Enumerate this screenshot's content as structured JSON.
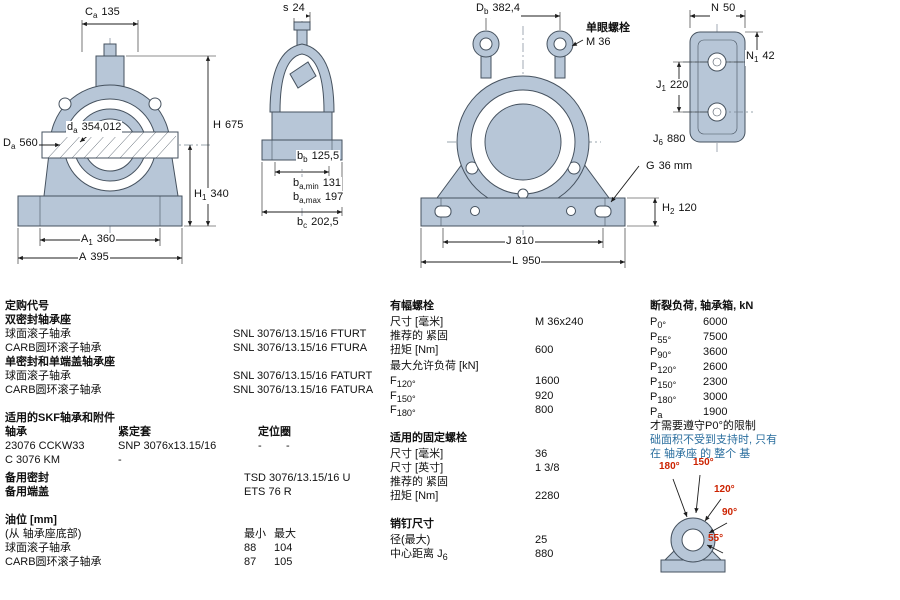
{
  "colors": {
    "fill": "#b7c6d7",
    "fill2": "#c6d2df",
    "stroke": "#46525f",
    "angle": "#cc2200",
    "noteblue": "#2a6e9e"
  },
  "drawings": {
    "front_section": {
      "ca": {
        "main": "C",
        "sub": "a",
        "value": "135"
      },
      "da": {
        "main": "d",
        "sub": "a",
        "value": "354,012"
      },
      "Da": {
        "main": "D",
        "sub": "a",
        "value": "560"
      },
      "h": {
        "main": "H",
        "sub": "",
        "value": "675"
      },
      "h1": {
        "main": "H",
        "sub": "1",
        "value": "340"
      },
      "a1": {
        "main": "A",
        "sub": "1",
        "value": "360"
      },
      "a": {
        "main": "A",
        "sub": "",
        "value": "395"
      }
    },
    "side_section": {
      "s": {
        "main": "s",
        "sub": "",
        "value": "24"
      },
      "bb": {
        "main": "b",
        "sub": "b",
        "value": "125,5"
      },
      "ba_min": {
        "main": "b",
        "sub": "a,min",
        "value": "131"
      },
      "ba_max": {
        "main": "b",
        "sub": "a,max",
        "value": "197"
      },
      "bc": {
        "main": "b",
        "sub": "c",
        "value": "202,5"
      }
    },
    "front_view": {
      "db": {
        "main": "D",
        "sub": "b",
        "value": "382,4"
      },
      "eyebolt_title": "单眼螺栓",
      "eyebolt_size": "M 36",
      "j": {
        "main": "J",
        "sub": "",
        "value": "810"
      },
      "l": {
        "main": "L",
        "sub": "",
        "value": "950"
      },
      "h2": {
        "main": "H",
        "sub": "2",
        "value": "120"
      },
      "g": {
        "main": "G",
        "sub": "",
        "value": "36 mm"
      }
    },
    "plate_view": {
      "n": {
        "main": "N",
        "sub": "",
        "value": "50"
      },
      "n1": {
        "main": "N",
        "sub": "1",
        "value": "42"
      },
      "j1": {
        "main": "J",
        "sub": "1",
        "value": "220"
      },
      "j6": {
        "main": "J",
        "sub": "6",
        "value": "880"
      }
    },
    "angle_diagram": {
      "labels": [
        "180°",
        "150°",
        "120°",
        "90°",
        "55°"
      ]
    }
  },
  "ordering": {
    "title": "定购代号",
    "section1_header": "双密封轴承座",
    "rows1": [
      {
        "label": "球面滚子轴承",
        "value": "SNL 3076/13.15/16 FTURT"
      },
      {
        "label": "CARB圆环滚子轴承",
        "value": "SNL 3076/13.15/16 FTURA"
      }
    ],
    "section2_header": "单密封和单端盖轴承座",
    "rows2": [
      {
        "label": "球面滚子轴承",
        "value": "SNL 3076/13.15/16 FATURT"
      },
      {
        "label": "CARB圆环滚子轴承",
        "value": "SNL 3076/13.15/16 FATURA"
      }
    ]
  },
  "skf_parts": {
    "title": "适用的SKF轴承和附件",
    "col1": "轴承",
    "col2": "紧定套",
    "col3": "定位圈",
    "rows": [
      {
        "bearing": "23076 CCKW33",
        "sleeve": "SNP 3076x13.15/16",
        "ring_a": "-",
        "ring_b": "-"
      },
      {
        "bearing": "C 3076 KM",
        "sleeve": "-",
        "ring_a": "",
        "ring_b": ""
      }
    ],
    "spare_seal_label": "备用密封",
    "spare_seal_value": "TSD 3076/13.15/16 U",
    "spare_cover_label": "备用端盖",
    "spare_cover_value": "ETS 76 R"
  },
  "oil_level": {
    "title": "油位 [mm]",
    "subtitle": "(从 轴承座底部)",
    "min_header": "最小",
    "max_header": "最大",
    "rows": [
      {
        "label": "球面滚子轴承",
        "min": "88",
        "max": "104"
      },
      {
        "label": "CARB圆环滚子轴承",
        "min": "87",
        "max": "105"
      }
    ]
  },
  "attachment_bolts": {
    "title": "有幅螺栓",
    "size_label": "尺寸 [毫米]",
    "size_value": "M 36x240",
    "recommend_label": "推荐的 紧固",
    "torque_label": "扭矩 [Nm]",
    "torque_value": "600",
    "max_load_label": "最大允许负荷 [kN]",
    "f_rows": [
      {
        "main": "F",
        "sub": "120°",
        "value": "1600"
      },
      {
        "main": "F",
        "sub": "150°",
        "value": "920"
      },
      {
        "main": "F",
        "sub": "180°",
        "value": "800"
      }
    ]
  },
  "fixing_bolts": {
    "title": "适用的固定螺栓",
    "size_mm_label": "尺寸 [毫米]",
    "size_mm_value": "36",
    "size_in_label": "尺寸 [英寸]",
    "size_in_value": "1 3/8",
    "recommend_label": "推荐的 紧固",
    "torque_label": "扭矩 [Nm]",
    "torque_value": "2280"
  },
  "pins": {
    "title": "销钉尺寸",
    "dia_label": "径(最大)",
    "dia_value": "25",
    "cc_label": "中心距离",
    "cc_main": "J",
    "cc_sub": "6",
    "cc_value": "880"
  },
  "breaking_loads": {
    "title": "断裂负荷, 轴承箱, kN",
    "rows": [
      {
        "main": "P",
        "sub": "0°",
        "value": "6000"
      },
      {
        "main": "P",
        "sub": "55°",
        "value": "7500"
      },
      {
        "main": "P",
        "sub": "90°",
        "value": "3600"
      },
      {
        "main": "P",
        "sub": "120°",
        "value": "2600"
      },
      {
        "main": "P",
        "sub": "150°",
        "value": "2300"
      },
      {
        "main": "P",
        "sub": "180°",
        "value": "3000"
      },
      {
        "main": "P",
        "sub": "a",
        "value": "1900"
      }
    ],
    "note_line1": "才需要遵守P0°的限制",
    "note_line2": "础面积不受到支持时, 只有",
    "note_line3": "在 轴承座 的 整个 基"
  }
}
